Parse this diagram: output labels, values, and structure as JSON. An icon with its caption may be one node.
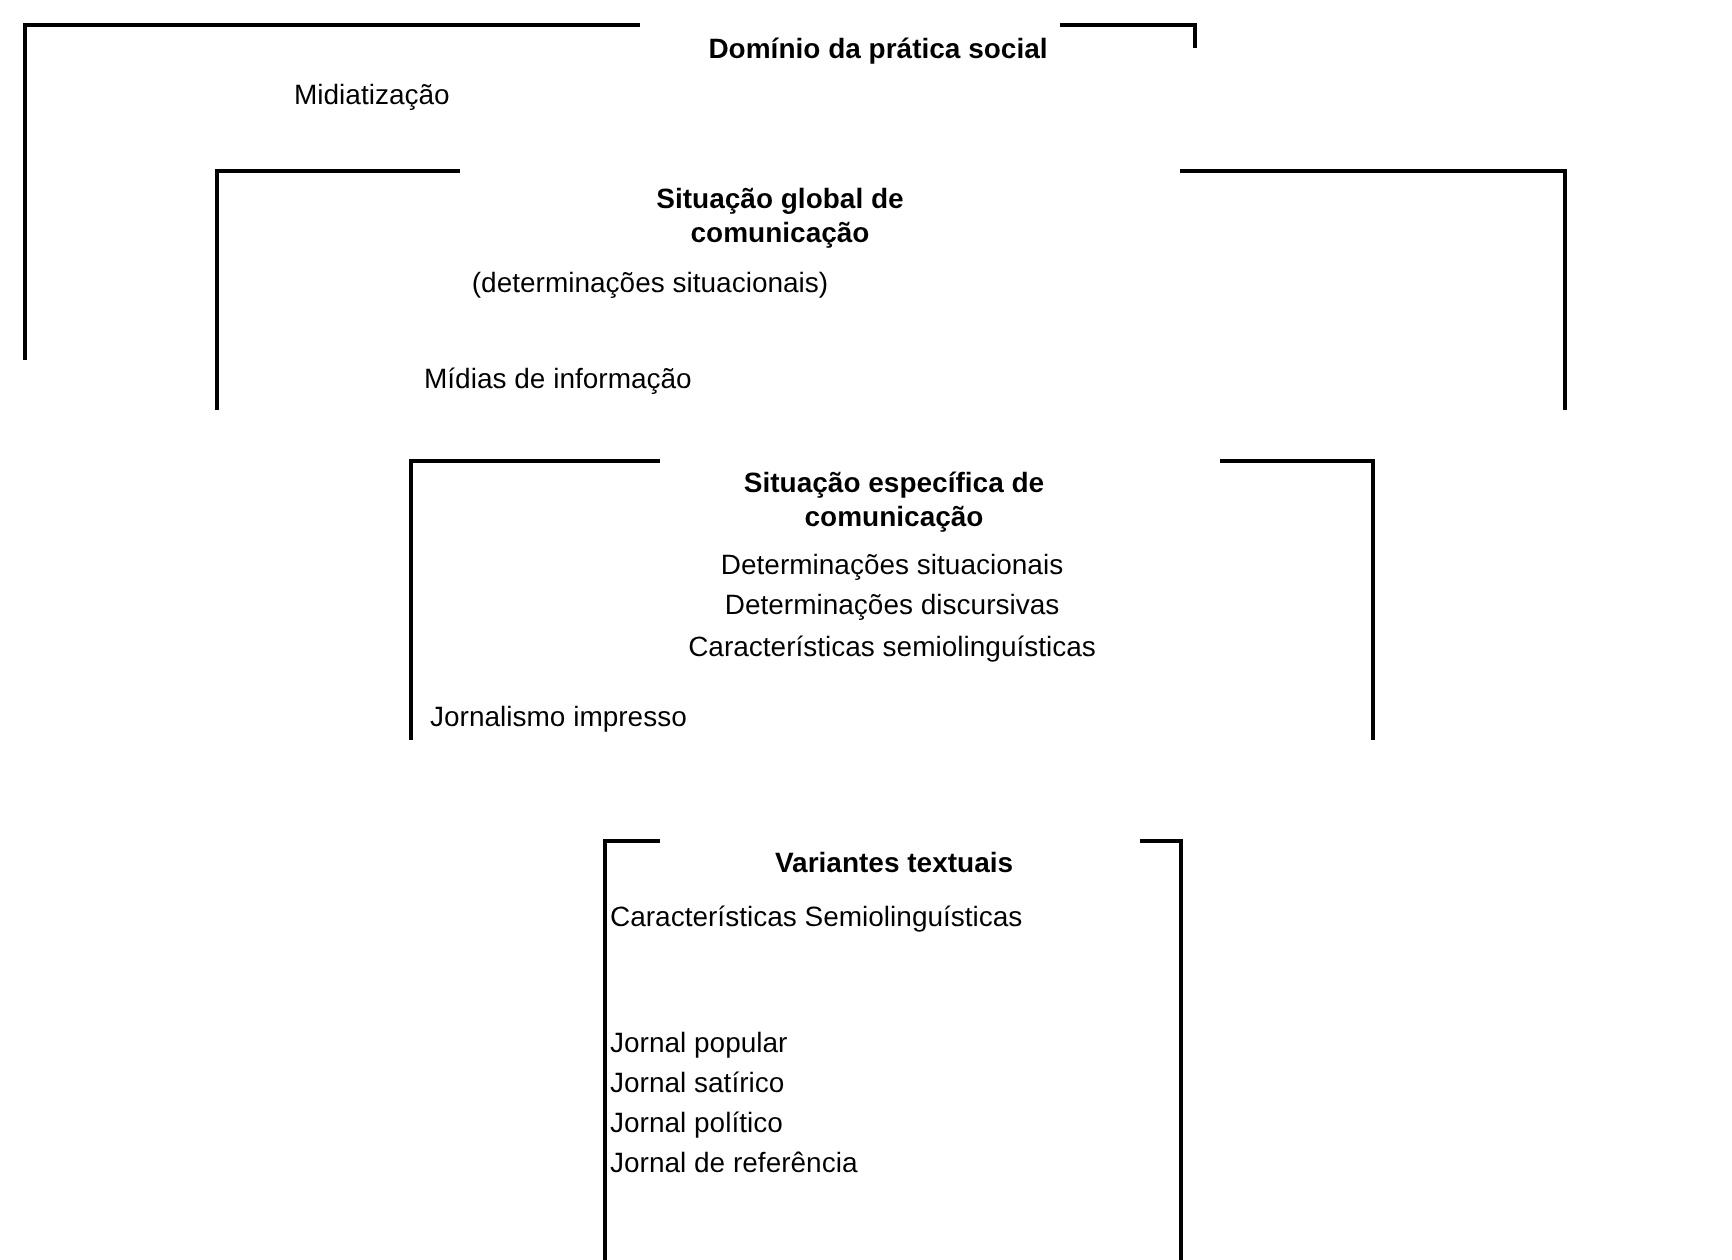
{
  "diagram": {
    "nodes": [
      {
        "text": [
          "Domínio da prática social",
          "Midiatização"
        ]
      },
      {
        "text": [
          "Situação global de comunicação",
          "(determinações situacionais)",
          "Mídias de informação"
        ]
      },
      {
        "text": [
          "Situação específica de comunicação",
          "Determinações situacionais",
          "Determinações discursivas",
          "Características semiolinguísticas",
          "Jornalismo impresso"
        ]
      },
      {
        "text": [
          "Variantes textuais",
          "Características Semiolinguísticas",
          "Jornal popular",
          "Jornal satírico",
          "Jornal político",
          "Jornal de referência"
        ]
      }
    ]
  }
}
